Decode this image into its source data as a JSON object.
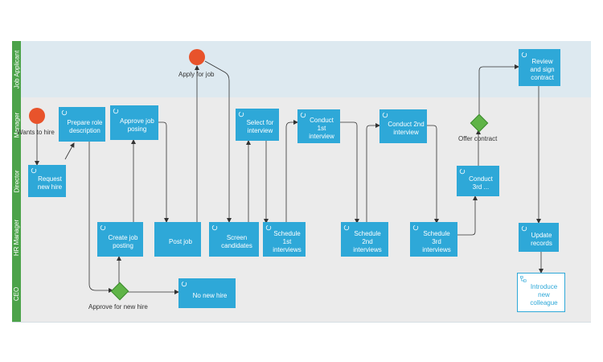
{
  "lanes": [
    {
      "id": "applicant",
      "label": "Job Applicant"
    },
    {
      "id": "manager",
      "label": "Manager"
    },
    {
      "id": "director",
      "label": "Director"
    },
    {
      "id": "hr",
      "label": "HR Manager"
    },
    {
      "id": "ceo",
      "label": "CEO"
    }
  ],
  "events": {
    "wants_to_hire": "Wants to hire",
    "apply_for_job": "Apply for job"
  },
  "gateways": {
    "approve_new_hire": "Approve for new hire",
    "offer_contract": "Offer contract"
  },
  "tasks": {
    "request_new_hire": "Request new hire",
    "prepare_role": "Prepare role description",
    "approve_job_posing": "Approve job posing",
    "create_job_posting": "Create job posting",
    "post_job": "Post job",
    "screen_candidates": "Screen candidates",
    "select_for_interview": "Select for interview",
    "schedule_1st": "Schedule 1st interviews",
    "conduct_1st": "Conduct 1st interview",
    "schedule_2nd": "Schedule 2nd interviews",
    "conduct_2nd": "Conduct 2nd interview",
    "schedule_3rd": "Schedule 3rd interviews",
    "conduct_3rd": "Conduct 3rd ...",
    "review_sign": "Review and sign contract",
    "update_records": "Update records",
    "introduce_colleague": "Introduce new colleague",
    "no_new_hire": "No new hire"
  },
  "colors": {
    "task": "#2ea8d8",
    "start_event": "#e8532b",
    "gateway": "#5fb447",
    "lane_label": "#4ca34a",
    "lane_bg_top": "#dde9f0",
    "lane_bg": "#ebebeb"
  }
}
